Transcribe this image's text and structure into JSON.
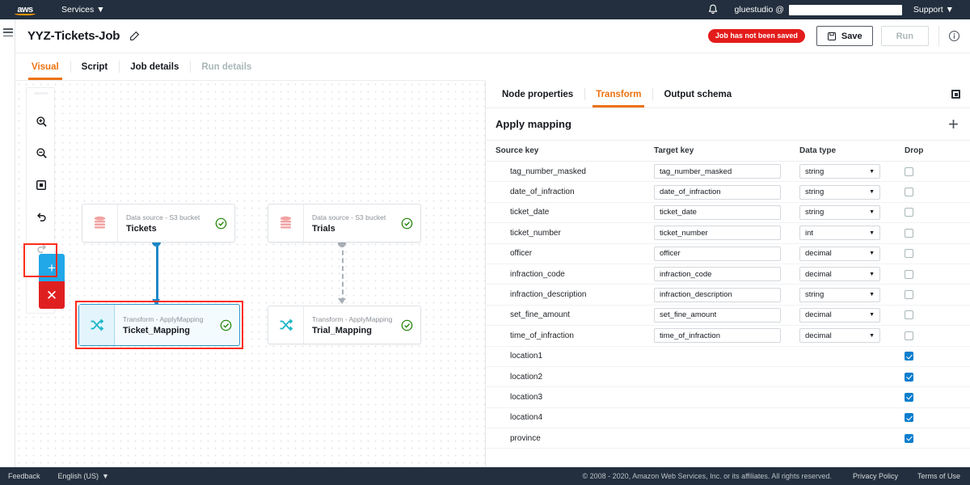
{
  "topnav": {
    "logo": "aws",
    "services": "Services",
    "caret": "▼",
    "bell_icon": "bell-icon",
    "account": "gluestudio @",
    "account_value": "",
    "support": "Support"
  },
  "titlebar": {
    "job_name": "YYZ-Tickets-Job",
    "edit_icon": "edit-pencil-icon",
    "unsaved_badge": "Job has not been saved",
    "save_label": "Save",
    "save_icon": "save-disk-icon",
    "run_label": "Run",
    "info_icon": "info-circle-icon"
  },
  "tabs": [
    {
      "label": "Visual",
      "state": "active"
    },
    {
      "label": "Script",
      "state": "normal"
    },
    {
      "label": "Job details",
      "state": "normal"
    },
    {
      "label": "Run details",
      "state": "disabled"
    }
  ],
  "canvas": {
    "toolbar": [
      {
        "name": "zoom-in-icon",
        "label": "Zoom in"
      },
      {
        "name": "zoom-out-icon",
        "label": "Zoom out"
      },
      {
        "name": "fit-to-screen-icon",
        "label": "Fit to screen"
      },
      {
        "name": "undo-icon",
        "label": "Undo"
      },
      {
        "name": "redo-icon",
        "label": "Redo"
      }
    ],
    "add_node_glyph": "+",
    "remove_node_glyph": "✕",
    "nodes": [
      {
        "type": "Data source - S3 bucket",
        "name": "Tickets",
        "icon": "database-icon",
        "status": "check-circle-icon",
        "selected": false
      },
      {
        "type": "Data source - S3 bucket",
        "name": "Trials",
        "icon": "database-icon",
        "status": "check-circle-icon",
        "selected": false
      },
      {
        "type": "Transform - ApplyMapping",
        "name": "Ticket_Mapping",
        "icon": "shuffle-icon",
        "status": "check-circle-icon",
        "selected": true
      },
      {
        "type": "Transform - ApplyMapping",
        "name": "Trial_Mapping",
        "icon": "shuffle-icon",
        "status": "check-circle-icon",
        "selected": false
      }
    ]
  },
  "panel": {
    "tabs": [
      {
        "label": "Node properties",
        "state": "normal"
      },
      {
        "label": "Transform",
        "state": "active"
      },
      {
        "label": "Output schema",
        "state": "normal"
      }
    ],
    "collapse_icon": "collapse-panel-icon",
    "title": "Apply mapping",
    "move_icon": "move-cross-icon",
    "columns": [
      "Source key",
      "Target key",
      "Data type",
      "Drop"
    ],
    "rows": [
      {
        "source": "tag_number_masked",
        "target": "tag_number_masked",
        "type": "string",
        "drop": false
      },
      {
        "source": "date_of_infraction",
        "target": "date_of_infraction",
        "type": "string",
        "drop": false
      },
      {
        "source": "ticket_date",
        "target": "ticket_date",
        "type": "string",
        "drop": false
      },
      {
        "source": "ticket_number",
        "target": "ticket_number",
        "type": "int",
        "drop": false
      },
      {
        "source": "officer",
        "target": "officer",
        "type": "decimal",
        "drop": false
      },
      {
        "source": "infraction_code",
        "target": "infraction_code",
        "type": "decimal",
        "drop": false
      },
      {
        "source": "infraction_description",
        "target": "infraction_description",
        "type": "string",
        "drop": false
      },
      {
        "source": "set_fine_amount",
        "target": "set_fine_amount",
        "type": "decimal",
        "drop": false
      },
      {
        "source": "time_of_infraction",
        "target": "time_of_infraction",
        "type": "decimal",
        "drop": false
      },
      {
        "source": "location1",
        "target": null,
        "type": null,
        "drop": true
      },
      {
        "source": "location2",
        "target": null,
        "type": null,
        "drop": true
      },
      {
        "source": "location3",
        "target": null,
        "type": null,
        "drop": true
      },
      {
        "source": "location4",
        "target": null,
        "type": null,
        "drop": true
      },
      {
        "source": "province",
        "target": null,
        "type": null,
        "drop": true
      }
    ],
    "select_caret": "▼"
  },
  "footer": {
    "feedback": "Feedback",
    "language": "English (US)",
    "language_caret": "▼",
    "copyright": "© 2008 - 2020, Amazon Web Services, Inc. or its affiliates. All rights reserved.",
    "privacy": "Privacy Policy",
    "terms": "Terms of Use"
  },
  "colors": {
    "nav_bg": "#232f3e",
    "accent_orange": "#ec7211",
    "danger_red": "#e31c1c",
    "add_blue": "#20a8e8",
    "remove_red": "#e02020",
    "checkbox_blue": "#0a7ecd",
    "edge_blue": "#1e88c9",
    "annotation_red": "#ff2d16",
    "status_green": "#1d8102"
  }
}
